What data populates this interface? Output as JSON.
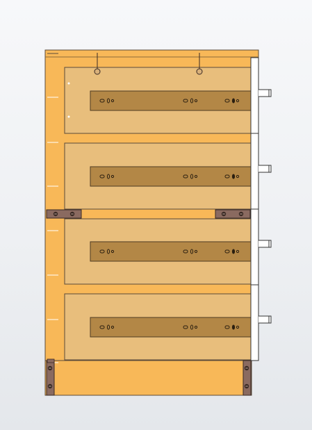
{
  "viewport": {
    "label": "",
    "background_top": "#f7f8fa",
    "background_bottom": "#e4e7eb"
  },
  "colors": {
    "cabinet_frame": "#f8b858",
    "frame_edge": "#5a4a3a",
    "drawer_panel": "#e8be7c",
    "rail": "#b38746",
    "rail_edge": "#4e3b22",
    "bracket": "#8a6a60",
    "front_panel": "#ffffff",
    "handle": "#ffffff"
  },
  "drawers": [
    {
      "name": "drawer-1",
      "handle": "handle-icon"
    },
    {
      "name": "drawer-2",
      "handle": "handle-icon"
    },
    {
      "name": "drawer-3",
      "handle": "handle-icon"
    },
    {
      "name": "drawer-4",
      "handle": "handle-icon"
    }
  ],
  "icons": {
    "hanging_hook": "hook-icon",
    "bracket": "mounting-bracket-icon",
    "screw": "screw-icon",
    "slot": "slot-hole-icon",
    "handle": "handle-icon"
  }
}
